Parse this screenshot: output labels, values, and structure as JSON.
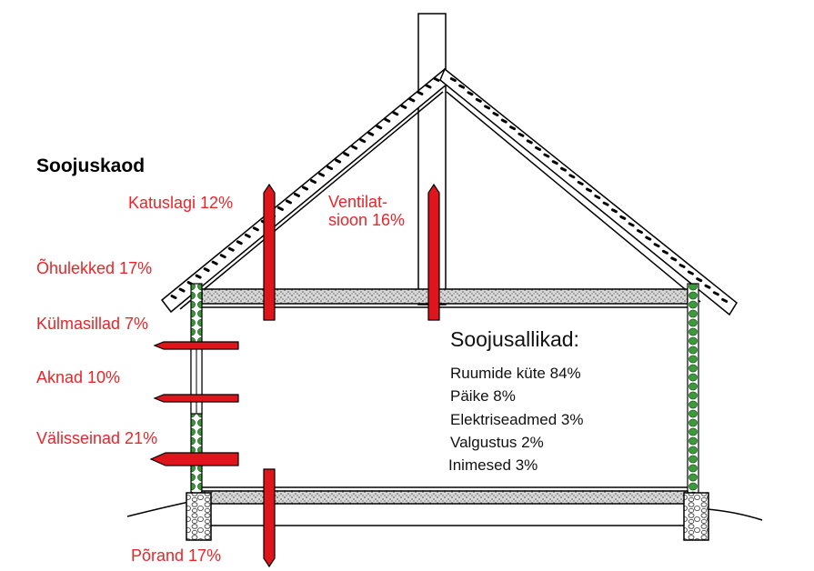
{
  "title": "Soojuskaod",
  "losses": {
    "roof": "Katuslagi 12%",
    "ventilation": "Ventilat-\nsioon 16%",
    "air_leaks": "Õhulekked 17%",
    "thermal_bridges": "Külmasillad 7%",
    "windows": "Aknad 10%",
    "walls": "Välisseinad 21%",
    "floor": "Põrand 17%"
  },
  "sources": {
    "title": "Soojusallikad:",
    "items": [
      "Ruumide küte 84%",
      "Päike 8%",
      "Elektriseadmed 3%",
      "Valgustus 2%",
      "Inimesed 3%"
    ]
  },
  "colors": {
    "loss_red": "#e8262a",
    "arrow_fill": "#e0151b",
    "insulation_green": "#3c9a3a",
    "outline": "#000000"
  }
}
